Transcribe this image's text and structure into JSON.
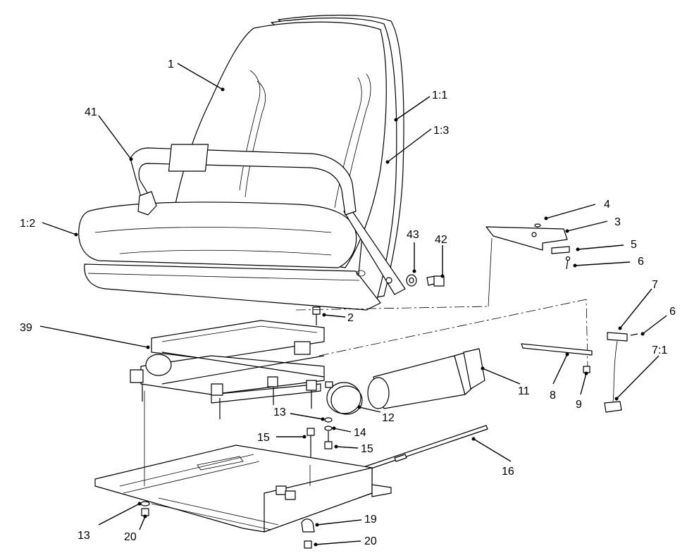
{
  "callouts": [
    {
      "id": "c-1",
      "label": "1"
    },
    {
      "id": "c-41",
      "label": "41"
    },
    {
      "id": "c-1-1",
      "label": "1:1"
    },
    {
      "id": "c-1-3",
      "label": "1:3"
    },
    {
      "id": "c-1-2",
      "label": "1:2"
    },
    {
      "id": "c-4",
      "label": "4"
    },
    {
      "id": "c-3",
      "label": "3"
    },
    {
      "id": "c-43",
      "label": "43"
    },
    {
      "id": "c-42",
      "label": "42"
    },
    {
      "id": "c-5",
      "label": "5"
    },
    {
      "id": "c-6a",
      "label": "6"
    },
    {
      "id": "c-2",
      "label": "2"
    },
    {
      "id": "c-39",
      "label": "39"
    },
    {
      "id": "c-7",
      "label": "7"
    },
    {
      "id": "c-6b",
      "label": "6"
    },
    {
      "id": "c-7-1",
      "label": "7:1"
    },
    {
      "id": "c-11",
      "label": "11"
    },
    {
      "id": "c-8",
      "label": "8"
    },
    {
      "id": "c-9",
      "label": "9"
    },
    {
      "id": "c-12",
      "label": "12"
    },
    {
      "id": "c-13a",
      "label": "13"
    },
    {
      "id": "c-14",
      "label": "14"
    },
    {
      "id": "c-15a",
      "label": "15"
    },
    {
      "id": "c-15b",
      "label": "15"
    },
    {
      "id": "c-16",
      "label": "16"
    },
    {
      "id": "c-19",
      "label": "19"
    },
    {
      "id": "c-13b",
      "label": "13"
    },
    {
      "id": "c-20a",
      "label": "20"
    },
    {
      "id": "c-20b",
      "label": "20"
    }
  ]
}
